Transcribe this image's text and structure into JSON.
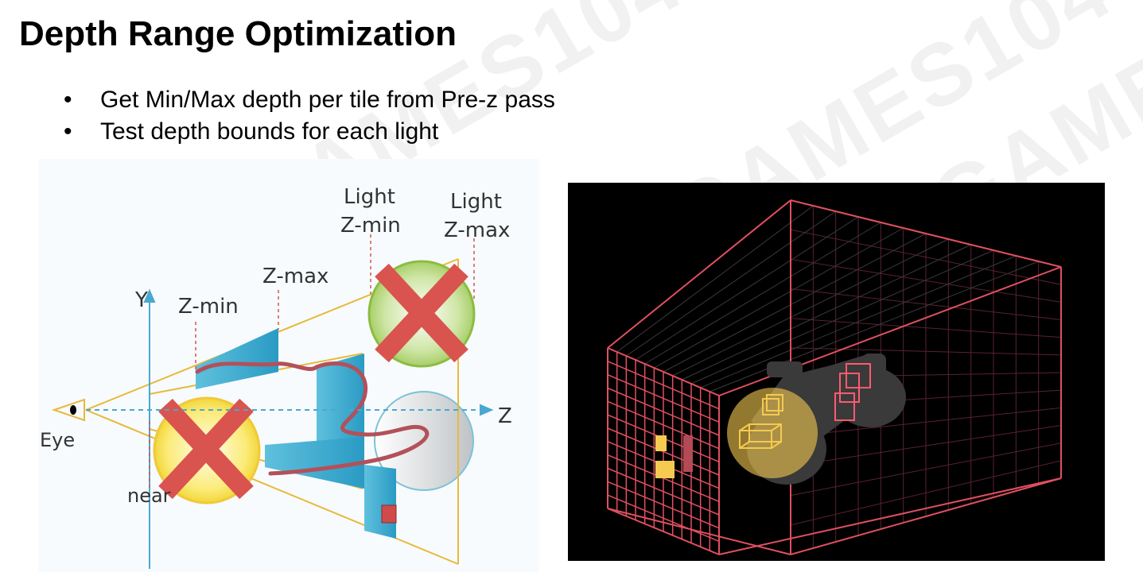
{
  "slide": {
    "title": "Depth Range Optimization",
    "bullets": [
      "Get Min/Max depth per tile from Pre-z pass",
      "Test depth bounds for each light"
    ]
  },
  "watermark_text": "GAMES104",
  "left_diagram": {
    "labels": {
      "light_zmin_line1": "Light",
      "light_zmin_line2": "Z-min",
      "light_zmax_line1": "Light",
      "light_zmax_line2": "Z-max",
      "zmax": "Z-max",
      "zmin": "Z-min",
      "y_axis": "Y",
      "z_axis": "Z",
      "eye": "Eye",
      "near": "near"
    }
  },
  "colors": {
    "frustum_line": "#e8b93a",
    "tile_fill": "#3aa9cc",
    "cross": "#d9534f",
    "grid_red": "#e05060",
    "light_yellow": "#f5ca50"
  }
}
